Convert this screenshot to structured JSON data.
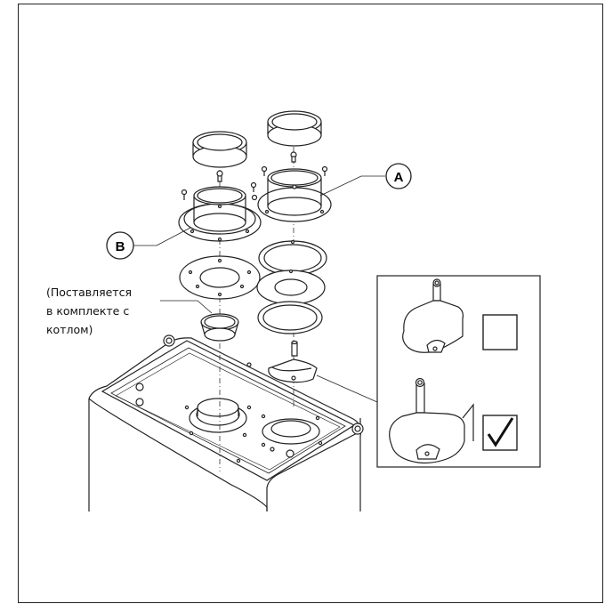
{
  "callouts": {
    "a": "A",
    "b": "B"
  },
  "note": {
    "line1": "(Поставляется",
    "line2": "в комплекте с",
    "line3": "котлом)"
  },
  "inset": {
    "option_unchecked": "",
    "option_checked": "✓"
  }
}
